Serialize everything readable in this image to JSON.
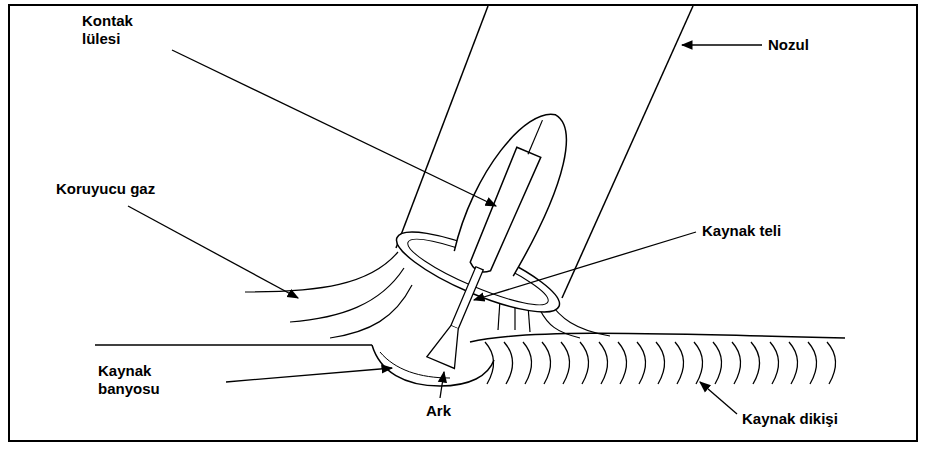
{
  "diagram": {
    "labels": [
      "Kontak lülesi",
      "Nozul",
      "Koruyucu gaz",
      "Kaynak teli",
      "Kaynak banyosu",
      "Ark",
      "Kaynak dikişi"
    ]
  }
}
